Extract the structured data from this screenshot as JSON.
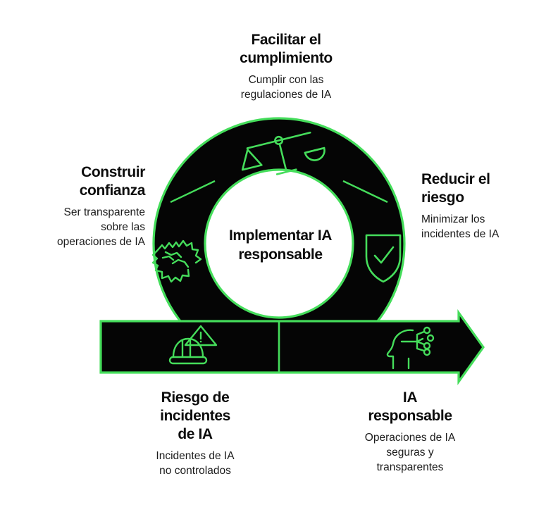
{
  "diagram": {
    "title_center": "Implementar IA\nresponsable",
    "center_line1": "Implementar IA",
    "center_line2": "responsable",
    "colors": {
      "accent_green": "#45dd5b",
      "fill_black": "#050505",
      "background": "#ffffff",
      "text": "#0c0c0c"
    },
    "nodes": [
      {
        "id": "facilitar-cumplimiento",
        "title": "Facilitar el\ncumplimiento",
        "title_line1": "Facilitar el",
        "title_line2": "cumplimiento",
        "description": "Cumplir con las\nregulaciones de IA",
        "desc_line1": "Cumplir con las",
        "desc_line2": "regulaciones de IA",
        "icon": "balance-scale-icon",
        "align": "center",
        "position": "top"
      },
      {
        "id": "construir-confianza",
        "title": "Construir\nconfianza",
        "title_line1": "Construir",
        "title_line2": "confianza",
        "description": "Ser transparente\nsobre las\noperaciones de IA",
        "desc_line1": "Ser transparente",
        "desc_line2": "sobre las",
        "desc_line3": "operaciones de IA",
        "icon": "handshake-icon",
        "align": "right",
        "position": "left"
      },
      {
        "id": "reducir-riesgo",
        "title": "Reducir el\nriesgo",
        "title_line1": "Reducir el",
        "title_line2": "riesgo",
        "description": "Minimizar los\nincidentes de IA",
        "desc_line1": "Minimizar los",
        "desc_line2": "incidentes de IA",
        "icon": "shield-check-icon",
        "align": "left",
        "position": "right"
      },
      {
        "id": "riesgo-incidentes",
        "title": "Riesgo de\nincidentes\nde IA",
        "title_line1": "Riesgo de",
        "title_line2": "incidentes",
        "title_line3": "de IA",
        "description": "Incidentes de IA\nno controlados",
        "desc_line1": "Incidentes de IA",
        "desc_line2": "no controlados",
        "icon": "hardhat-warning-icon",
        "align": "center",
        "position": "bottom-left"
      },
      {
        "id": "ia-responsable",
        "title": "IA\nresponsable",
        "title_line1": "IA",
        "title_line2": "responsable",
        "description": "Operaciones de IA\nseguras y\ntransparentes",
        "desc_line1": "Operaciones de IA",
        "desc_line2": "seguras y",
        "desc_line3": "transparentes",
        "icon": "ai-head-circuit-icon",
        "align": "center",
        "position": "bottom-right"
      }
    ]
  }
}
